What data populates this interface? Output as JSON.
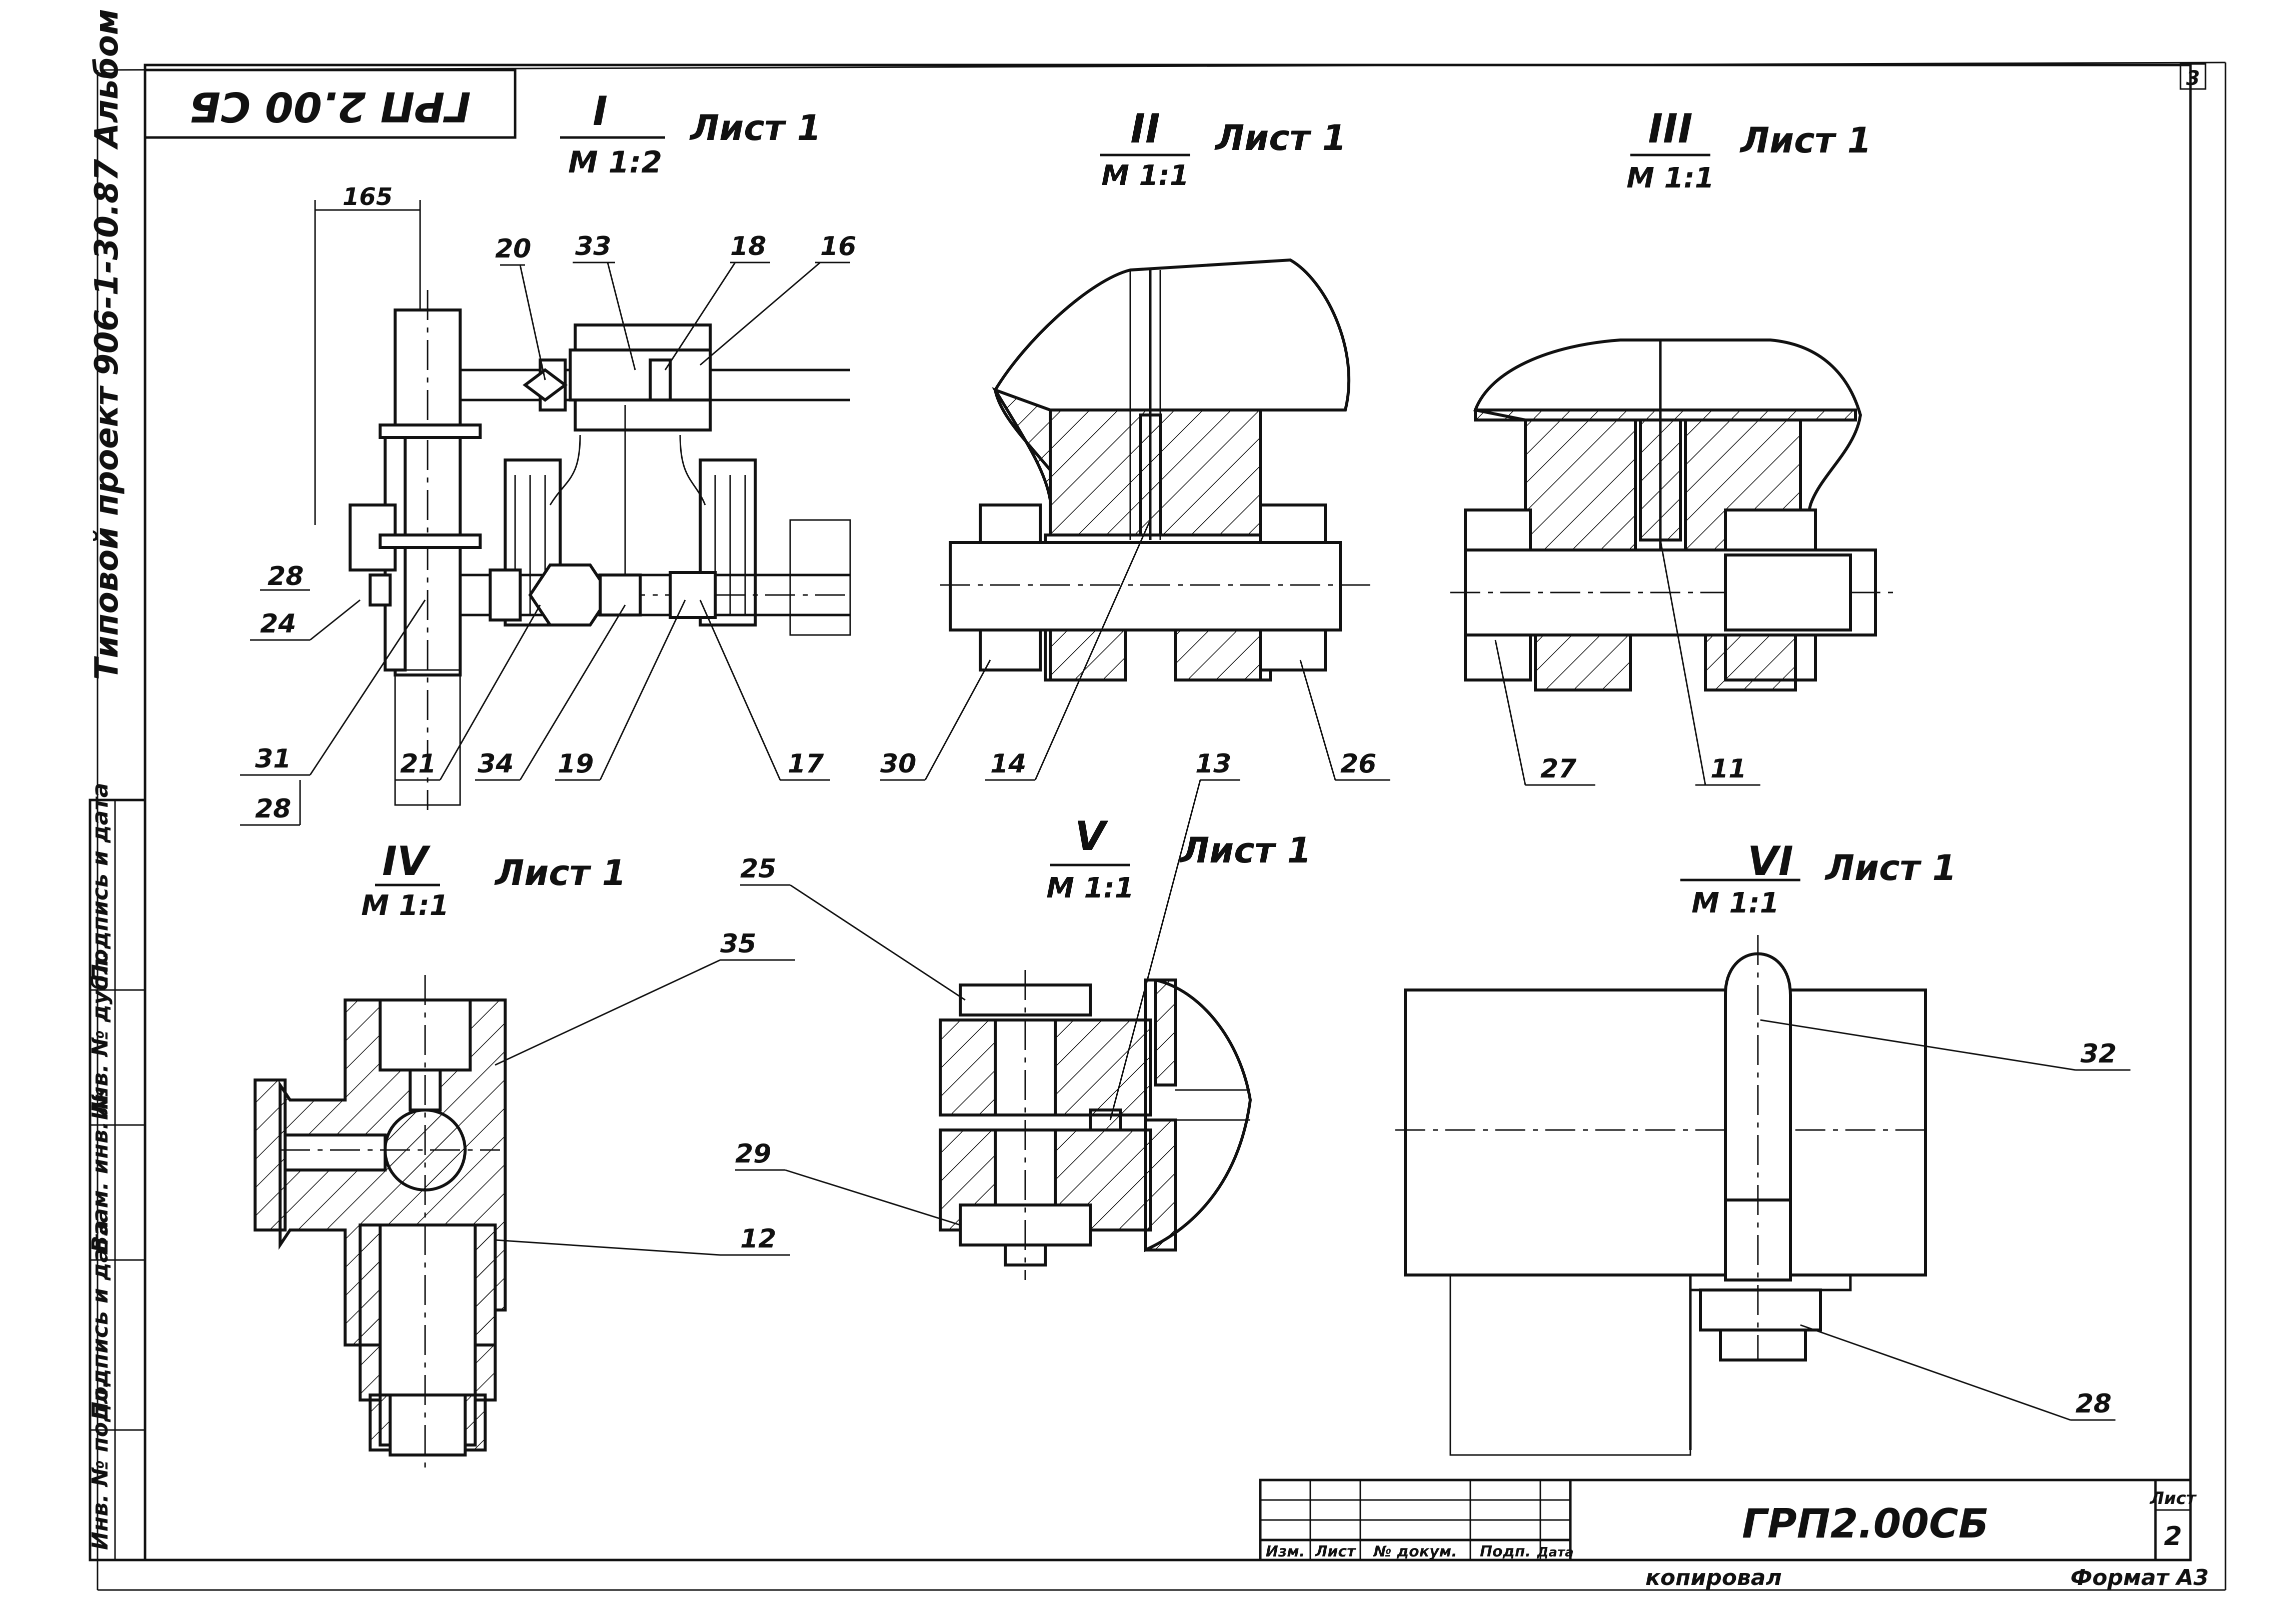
{
  "stamp_top": "ГРП 2.00 СБ",
  "side_text": "Типовой проект 906-1-30.87 Альбом",
  "page_corner": "3",
  "views": {
    "v1": {
      "num": "I",
      "scale": "М 1:2",
      "sheet": "Лист 1"
    },
    "v2": {
      "num": "II",
      "scale": "М 1:1",
      "sheet": "Лист 1"
    },
    "v3": {
      "num": "III",
      "scale": "М 1:1",
      "sheet": "Лист 1"
    },
    "v4": {
      "num": "IV",
      "scale": "М 1:1",
      "sheet": "Лист 1"
    },
    "v5": {
      "num": "V",
      "scale": "М 1:1",
      "sheet": "Лист 1"
    },
    "v6": {
      "num": "VI",
      "scale": "М 1:1",
      "sheet": "Лист 1"
    }
  },
  "dimension": "165",
  "callouts": {
    "c20": "20",
    "c33": "33",
    "c18": "18",
    "c16": "16",
    "c28a": "28",
    "c24": "24",
    "c31": "31",
    "c28b": "28",
    "c21": "21",
    "c34": "34",
    "c19": "19",
    "c17": "17",
    "c30": "30",
    "c14": "14",
    "c26": "26",
    "c27": "27",
    "c11": "11",
    "c13": "13",
    "c25": "25",
    "c35": "35",
    "c29": "29",
    "c12": "12",
    "c32": "32",
    "c28c": "28"
  },
  "left_strip": [
    "Инв. № подл.",
    "Подпись и дата",
    "Взам. инв. №",
    "Инв. № дубл.",
    "Подпись и дата"
  ],
  "title_block": {
    "designation": "ГРП2.00СБ",
    "sheet_label": "Лист",
    "sheet_num": "2",
    "cols": [
      "Изм.",
      "Лист",
      "№ докум.",
      "Подп.",
      "Дата"
    ]
  },
  "footer": {
    "copied": "копировал",
    "format": "Формат А3"
  }
}
